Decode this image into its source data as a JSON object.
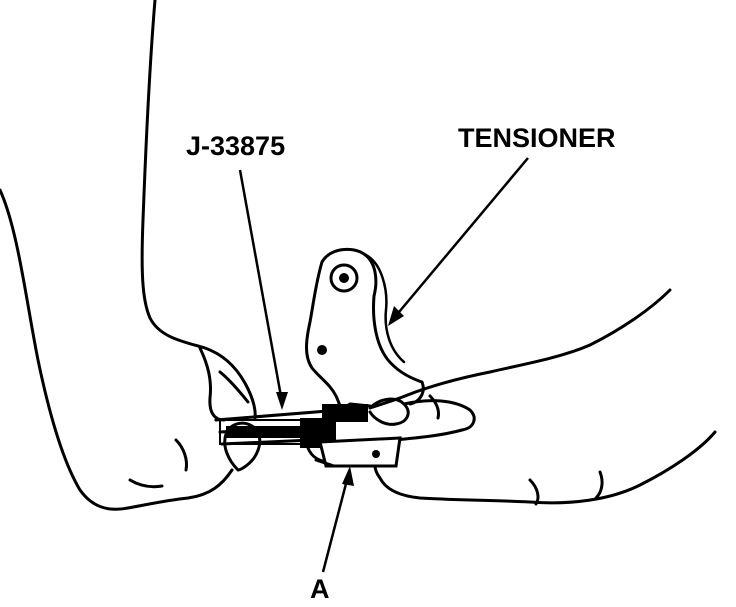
{
  "labels": {
    "tool": "J-33875",
    "tensioner": "TENSIONER",
    "point_a": "A"
  },
  "colors": {
    "ink": "#000000",
    "paper": "#ffffff"
  }
}
